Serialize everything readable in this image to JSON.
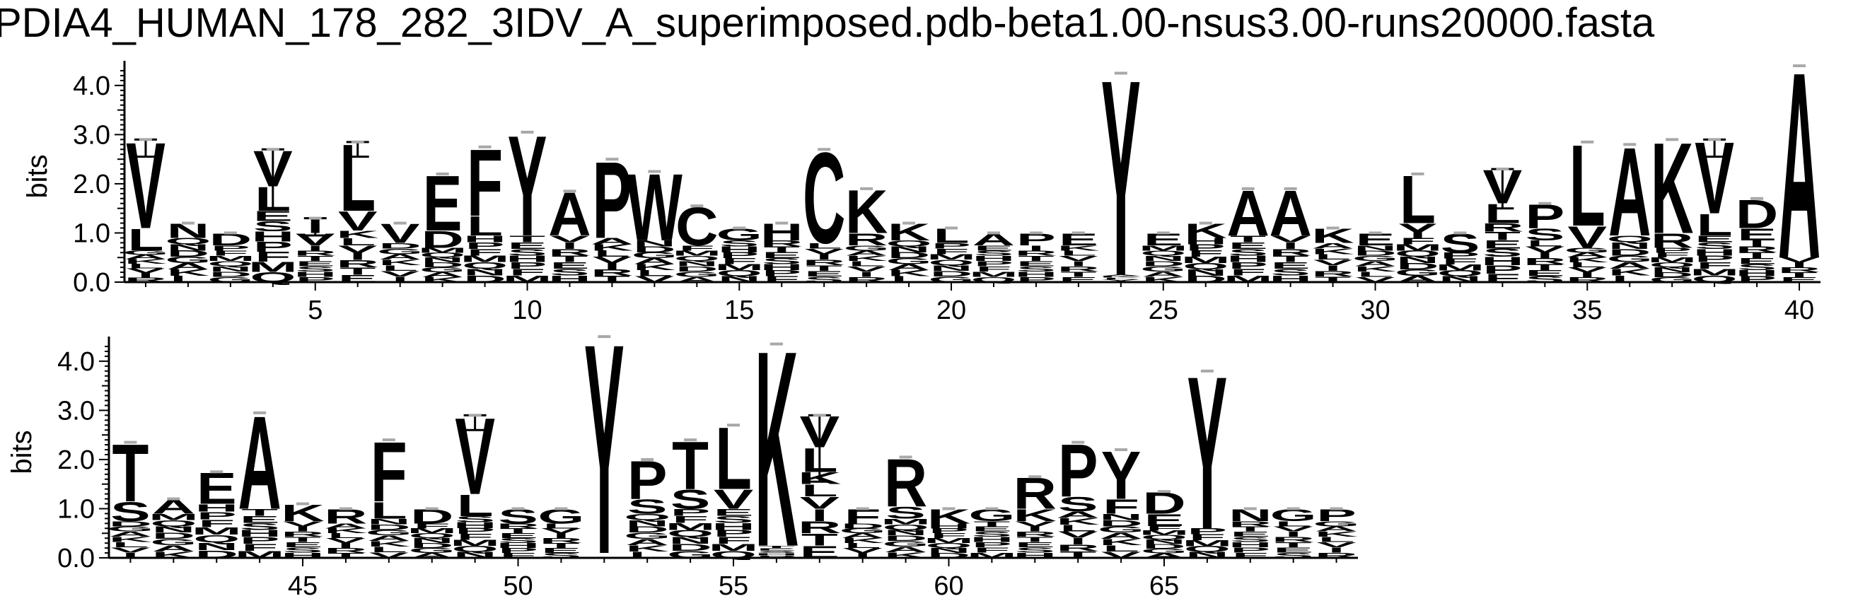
{
  "chart_data": {
    "type": "sequence_logo",
    "title": "PDIA4_HUMAN_178_282_3IDV_A_superimposed.pdb-beta1.00-nsus3.00-runs20000.fasta",
    "ylabel": "bits",
    "ylim": [
      0,
      4.3
    ],
    "yticks": [
      "0.0",
      "1.0",
      "2.0",
      "3.0",
      "4.0"
    ],
    "panels": [
      {
        "xlim": [
          0.5,
          40.5
        ],
        "xticks": [
          5,
          10,
          15,
          20,
          25,
          30,
          35,
          40
        ],
        "positions": [
          {
            "pos": 1,
            "top": "V",
            "top_h": 1.8,
            "second": "L",
            "second_h": 0.45,
            "total": 2.9,
            "err": 0.35
          },
          {
            "pos": 2,
            "top": "N",
            "top_h": 0.3,
            "total": 1.2
          },
          {
            "pos": 3,
            "top": "D",
            "top_h": 0.25,
            "total": 1.0
          },
          {
            "pos": 4,
            "top": "V",
            "top_h": 0.75,
            "second": "L",
            "second_h": 0.5,
            "total": 2.7,
            "err": 1.2
          },
          {
            "pos": 5,
            "top": "I",
            "top_h": 0.3,
            "second": "V",
            "second_h": 0.25,
            "total": 1.3,
            "err": 0.35
          },
          {
            "pos": 6,
            "top": "L",
            "top_h": 1.4,
            "second": "V",
            "second_h": 0.4,
            "total": 2.85,
            "err": 0.3
          },
          {
            "pos": 7,
            "top": "V",
            "top_h": 0.4,
            "total": 1.2
          },
          {
            "pos": 8,
            "top": "E",
            "top_h": 1.15,
            "second": "D",
            "second_h": 0.35,
            "total": 2.2
          },
          {
            "pos": 9,
            "top": "F",
            "top_h": 1.4,
            "second": "L",
            "second_h": 0.4,
            "total": 2.75
          },
          {
            "pos": 10,
            "top": "Y",
            "top_h": 2.1,
            "total": 3.05
          },
          {
            "pos": 11,
            "top": "A",
            "top_h": 0.9,
            "total": 1.85
          },
          {
            "pos": 12,
            "top": "P",
            "top_h": 1.6,
            "total": 2.5
          },
          {
            "pos": 13,
            "top": "W",
            "top_h": 1.4,
            "total": 2.25
          },
          {
            "pos": 14,
            "top": "C",
            "top_h": 0.8,
            "total": 1.55
          },
          {
            "pos": 15,
            "top": "G",
            "top_h": 0.25,
            "total": 1.1
          },
          {
            "pos": 16,
            "top": "H",
            "top_h": 0.35,
            "total": 1.2
          },
          {
            "pos": 17,
            "top": "C",
            "top_h": 1.9,
            "total": 2.7
          },
          {
            "pos": 18,
            "top": "K",
            "top_h": 0.9,
            "second": "R",
            "second_h": 0.25,
            "total": 1.9
          },
          {
            "pos": 19,
            "top": "K",
            "top_h": 0.35,
            "total": 1.2
          },
          {
            "pos": 20,
            "top": "L",
            "top_h": 0.3,
            "total": 1.1
          },
          {
            "pos": 21,
            "top": "A",
            "top_h": 0.25,
            "total": 1.0
          },
          {
            "pos": 22,
            "top": "P",
            "top_h": 0.25,
            "total": 1.0
          },
          {
            "pos": 23,
            "top": "E",
            "top_h": 0.25,
            "total": 1.0
          },
          {
            "pos": 24,
            "top": "Y",
            "top_h": 4.1,
            "total": 4.25
          },
          {
            "pos": 25,
            "top": "E",
            "top_h": 0.25,
            "total": 1.0
          },
          {
            "pos": 26,
            "top": "K",
            "top_h": 0.3,
            "total": 1.2
          },
          {
            "pos": 27,
            "top": "A",
            "top_h": 0.95,
            "total": 1.9
          },
          {
            "pos": 28,
            "top": "A",
            "top_h": 0.95,
            "total": 1.9
          },
          {
            "pos": 29,
            "top": "K",
            "top_h": 0.3,
            "total": 1.1
          },
          {
            "pos": 30,
            "top": "E",
            "top_h": 0.25,
            "total": 1.0
          },
          {
            "pos": 31,
            "top": "L",
            "top_h": 1.0,
            "second": "Y",
            "second_h": 0.3,
            "total": 2.2
          },
          {
            "pos": 32,
            "top": "S",
            "top_h": 0.4,
            "total": 1.0
          },
          {
            "pos": 33,
            "top": "V",
            "top_h": 0.7,
            "second": "L",
            "second_h": 0.4,
            "total": 2.3,
            "err": 0.8
          },
          {
            "pos": 34,
            "top": "P",
            "top_h": 0.5,
            "second": "S",
            "second_h": 0.25,
            "total": 1.6
          },
          {
            "pos": 35,
            "top": "L",
            "top_h": 1.7,
            "second": "V",
            "second_h": 0.45,
            "total": 2.85
          },
          {
            "pos": 36,
            "top": "A",
            "top_h": 1.85,
            "total": 2.8
          },
          {
            "pos": 37,
            "top": "K",
            "top_h": 1.9,
            "second": "R",
            "second_h": 0.3,
            "total": 2.9
          },
          {
            "pos": 38,
            "top": "V",
            "top_h": 1.5,
            "second": "L",
            "second_h": 0.45,
            "total": 2.9,
            "err": 0.35
          },
          {
            "pos": 39,
            "top": "D",
            "top_h": 0.6,
            "second": "E",
            "second_h": 0.25,
            "total": 1.7
          },
          {
            "pos": 40,
            "top": "A",
            "top_h": 3.9,
            "total": 4.4
          }
        ]
      },
      {
        "xlim": [
          40.5,
          69.5
        ],
        "xticks": [
          45,
          50,
          55,
          60,
          65
        ],
        "positions": [
          {
            "pos": 41,
            "top": "T",
            "top_h": 1.2,
            "second": "S",
            "second_h": 0.4,
            "total": 2.35
          },
          {
            "pos": 42,
            "top": "A",
            "top_h": 0.3,
            "total": 1.2
          },
          {
            "pos": 43,
            "top": "E",
            "top_h": 0.65,
            "total": 1.75
          },
          {
            "pos": 44,
            "top": "A",
            "top_h": 1.95,
            "total": 2.95
          },
          {
            "pos": 45,
            "top": "K",
            "top_h": 0.35,
            "total": 1.1
          },
          {
            "pos": 46,
            "top": "R",
            "top_h": 0.3,
            "total": 1.0
          },
          {
            "pos": 47,
            "top": "F",
            "top_h": 1.25,
            "second": "L",
            "second_h": 0.35,
            "total": 2.4
          },
          {
            "pos": 48,
            "top": "D",
            "top_h": 0.3,
            "total": 1.0
          },
          {
            "pos": 49,
            "top": "V",
            "top_h": 1.6,
            "second": "L",
            "second_h": 0.45,
            "total": 2.9,
            "err": 0.3
          },
          {
            "pos": 50,
            "top": "S",
            "top_h": 0.3,
            "total": 1.0
          },
          {
            "pos": 51,
            "top": "G",
            "top_h": 0.3,
            "total": 1.0
          },
          {
            "pos": 52,
            "top": "Y",
            "top_h": 4.4,
            "total": 4.5
          },
          {
            "pos": 53,
            "top": "P",
            "top_h": 0.8,
            "second": "S",
            "second_h": 0.3,
            "total": 2.0
          },
          {
            "pos": 54,
            "top": "T",
            "top_h": 1.0,
            "second": "S",
            "second_h": 0.4,
            "total": 2.4
          },
          {
            "pos": 55,
            "top": "L",
            "top_h": 1.3,
            "second": "V",
            "second_h": 0.4,
            "total": 2.7
          },
          {
            "pos": 56,
            "top": "K",
            "top_h": 4.1,
            "total": 4.35
          },
          {
            "pos": 57,
            "top": "V",
            "top_h": 0.65,
            "second": "L",
            "second_h": 0.5,
            "total": 2.9,
            "err": 1.35
          },
          {
            "pos": 58,
            "top": "F",
            "top_h": 0.3,
            "total": 1.0
          },
          {
            "pos": 59,
            "top": "R",
            "top_h": 1.0,
            "second": "S",
            "second_h": 0.25,
            "total": 2.05
          },
          {
            "pos": 60,
            "top": "K",
            "top_h": 0.3,
            "total": 1.0
          },
          {
            "pos": 61,
            "top": "G",
            "top_h": 0.25,
            "total": 1.0
          },
          {
            "pos": 62,
            "top": "R",
            "top_h": 0.65,
            "second": "K",
            "second_h": 0.25,
            "total": 1.65
          },
          {
            "pos": 63,
            "top": "P",
            "top_h": 1.1,
            "second": "S",
            "second_h": 0.3,
            "total": 2.35
          },
          {
            "pos": 64,
            "top": "Y",
            "top_h": 1.0,
            "second": "F",
            "second_h": 0.3,
            "total": 2.2
          },
          {
            "pos": 65,
            "top": "D",
            "top_h": 0.45,
            "second": "E",
            "second_h": 0.25,
            "total": 1.35
          },
          {
            "pos": 66,
            "top": "Y",
            "top_h": 3.2,
            "total": 3.8
          },
          {
            "pos": 67,
            "top": "N",
            "top_h": 0.25,
            "total": 1.0
          },
          {
            "pos": 68,
            "top": "G",
            "top_h": 0.25,
            "total": 1.0
          },
          {
            "pos": 69,
            "top": "P",
            "top_h": 0.25,
            "total": 1.0
          }
        ]
      }
    ]
  }
}
